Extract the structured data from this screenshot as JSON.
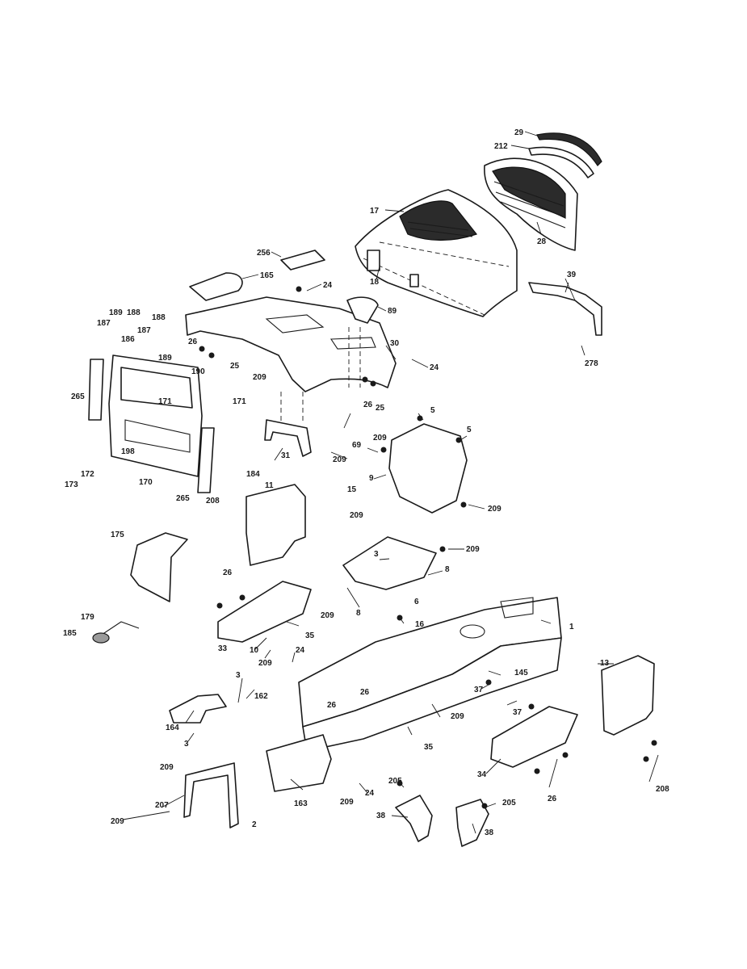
{
  "callouts": [
    {
      "id": "c29",
      "label": "29"
    },
    {
      "id": "c212",
      "label": "212"
    },
    {
      "id": "c17",
      "label": "17"
    },
    {
      "id": "c28",
      "label": "28"
    },
    {
      "id": "c256",
      "label": "256"
    },
    {
      "id": "c165",
      "label": "165"
    },
    {
      "id": "c24a",
      "label": "24"
    },
    {
      "id": "c18",
      "label": "18"
    },
    {
      "id": "c89",
      "label": "89"
    },
    {
      "id": "c39",
      "label": "39"
    },
    {
      "id": "c278",
      "label": "278"
    },
    {
      "id": "c189a",
      "label": "189"
    },
    {
      "id": "c188a",
      "label": "188"
    },
    {
      "id": "c187a",
      "label": "187"
    },
    {
      "id": "c188b",
      "label": "188"
    },
    {
      "id": "c186",
      "label": "186"
    },
    {
      "id": "c187b",
      "label": "187"
    },
    {
      "id": "c189b",
      "label": "189"
    },
    {
      "id": "c26a",
      "label": "26"
    },
    {
      "id": "c25a",
      "label": "25"
    },
    {
      "id": "c30",
      "label": "30"
    },
    {
      "id": "c24b",
      "label": "24"
    },
    {
      "id": "c190",
      "label": "190"
    },
    {
      "id": "c209a",
      "label": "209"
    },
    {
      "id": "c26b",
      "label": "26"
    },
    {
      "id": "c25b",
      "label": "25"
    },
    {
      "id": "c265a",
      "label": "265"
    },
    {
      "id": "c171a",
      "label": "171"
    },
    {
      "id": "c171b",
      "label": "171"
    },
    {
      "id": "c69",
      "label": "69"
    },
    {
      "id": "c5a",
      "label": "5"
    },
    {
      "id": "c5b",
      "label": "5"
    },
    {
      "id": "c198",
      "label": "198"
    },
    {
      "id": "c172",
      "label": "172"
    },
    {
      "id": "c173",
      "label": "173"
    },
    {
      "id": "c170",
      "label": "170"
    },
    {
      "id": "c265b",
      "label": "265"
    },
    {
      "id": "c184",
      "label": "184"
    },
    {
      "id": "c31",
      "label": "31"
    },
    {
      "id": "c209b",
      "label": "209"
    },
    {
      "id": "c209c",
      "label": "209"
    },
    {
      "id": "c9",
      "label": "9"
    },
    {
      "id": "c11",
      "label": "11"
    },
    {
      "id": "c15",
      "label": "15"
    },
    {
      "id": "c209d",
      "label": "209"
    },
    {
      "id": "c208a",
      "label": "208"
    },
    {
      "id": "c175",
      "label": "175"
    },
    {
      "id": "c209e",
      "label": "209"
    },
    {
      "id": "c209f",
      "label": "209"
    },
    {
      "id": "c3a",
      "label": "3"
    },
    {
      "id": "c8a",
      "label": "8"
    },
    {
      "id": "c26c",
      "label": "26"
    },
    {
      "id": "c209g",
      "label": "209"
    },
    {
      "id": "c6",
      "label": "6"
    },
    {
      "id": "c179",
      "label": "179"
    },
    {
      "id": "c8b",
      "label": "8"
    },
    {
      "id": "c16",
      "label": "16"
    },
    {
      "id": "c1",
      "label": "1"
    },
    {
      "id": "c185",
      "label": "185"
    },
    {
      "id": "c35a",
      "label": "35"
    },
    {
      "id": "c33",
      "label": "33"
    },
    {
      "id": "c10",
      "label": "10"
    },
    {
      "id": "c24c",
      "label": "24"
    },
    {
      "id": "c209h",
      "label": "209"
    },
    {
      "id": "c3b",
      "label": "3"
    },
    {
      "id": "c13",
      "label": "13"
    },
    {
      "id": "c145",
      "label": "145"
    },
    {
      "id": "c162",
      "label": "162"
    },
    {
      "id": "c26d",
      "label": "26"
    },
    {
      "id": "c37a",
      "label": "37"
    },
    {
      "id": "c26e",
      "label": "26"
    },
    {
      "id": "c209i",
      "label": "209"
    },
    {
      "id": "c37b",
      "label": "37"
    },
    {
      "id": "c164",
      "label": "164"
    },
    {
      "id": "c3c",
      "label": "3"
    },
    {
      "id": "c35b",
      "label": "35"
    },
    {
      "id": "c209j",
      "label": "209"
    },
    {
      "id": "c163",
      "label": "163"
    },
    {
      "id": "c209k",
      "label": "209"
    },
    {
      "id": "c24d",
      "label": "24"
    },
    {
      "id": "c34",
      "label": "34"
    },
    {
      "id": "c207",
      "label": "207"
    },
    {
      "id": "c205a",
      "label": "205"
    },
    {
      "id": "c26f",
      "label": "26"
    },
    {
      "id": "c208b",
      "label": "208"
    },
    {
      "id": "c209l",
      "label": "209"
    },
    {
      "id": "c2",
      "label": "2"
    },
    {
      "id": "c38a",
      "label": "38"
    },
    {
      "id": "c205b",
      "label": "205"
    },
    {
      "id": "c38b",
      "label": "38"
    }
  ]
}
